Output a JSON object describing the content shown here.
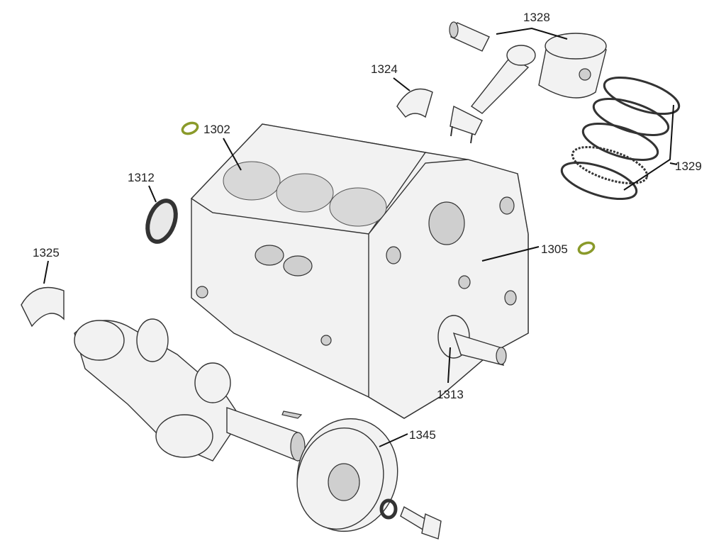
{
  "diagram": {
    "title": "Engine block exploded view",
    "accent_color": "#8a9a2a",
    "callouts": [
      {
        "id": "1328",
        "label": "1328",
        "part": "piston-and-rod"
      },
      {
        "id": "1324",
        "label": "1324",
        "part": "rod-bearing"
      },
      {
        "id": "1302",
        "label": "1302",
        "part": "engine-block",
        "gasket_icon": true
      },
      {
        "id": "1312",
        "label": "1312",
        "part": "rear-main-seal"
      },
      {
        "id": "1329",
        "label": "1329",
        "part": "piston-rings"
      },
      {
        "id": "1325",
        "label": "1325",
        "part": "main-bearing"
      },
      {
        "id": "1305",
        "label": "1305",
        "part": "block-front",
        "gasket_icon": true
      },
      {
        "id": "1313",
        "label": "1313",
        "part": "front-seal"
      },
      {
        "id": "1345",
        "label": "1345",
        "part": "harmonic-balancer"
      }
    ]
  }
}
